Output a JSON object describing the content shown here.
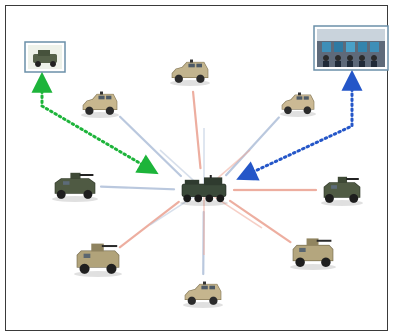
{
  "diagram": {
    "nodes": [
      {
        "id": "center",
        "kind": "command-vehicle",
        "body": "#3b4a3a",
        "roof": "#2f3b2f"
      },
      {
        "id": "top",
        "kind": "tan-suv",
        "body": "#c2b48e",
        "roof": "#a99a72"
      },
      {
        "id": "upper-left",
        "kind": "tan-suv",
        "body": "#c8b78e",
        "roof": "#ae9c72"
      },
      {
        "id": "upper-right",
        "kind": "tan-suv",
        "body": "#cbb994",
        "roof": "#b2a07a"
      },
      {
        "id": "left",
        "kind": "green-armored",
        "body": "#4f5a43",
        "roof": "#3f4a36"
      },
      {
        "id": "right",
        "kind": "green-armored",
        "body": "#505b44",
        "roof": "#3f4a36"
      },
      {
        "id": "lower-left",
        "kind": "tan-armored",
        "body": "#b1a37a",
        "roof": "#8f835f"
      },
      {
        "id": "lower-right",
        "kind": "tan-armored",
        "body": "#b4a67e",
        "roof": "#918560"
      },
      {
        "id": "bottom",
        "kind": "tan-suv",
        "body": "#c5b58e",
        "roof": "#a99a72"
      }
    ],
    "insets": [
      {
        "id": "top-left-inset",
        "kind": "vehicle-photo",
        "border": "#6a8fa8"
      },
      {
        "id": "top-right-inset",
        "kind": "operators-photo",
        "border": "#6a8fa8"
      }
    ],
    "links": {
      "spoke_colors": [
        "#e8a08f",
        "#9fb3cf"
      ],
      "green_dotted": "#1db43a",
      "blue_dotted": "#2456c8"
    }
  }
}
